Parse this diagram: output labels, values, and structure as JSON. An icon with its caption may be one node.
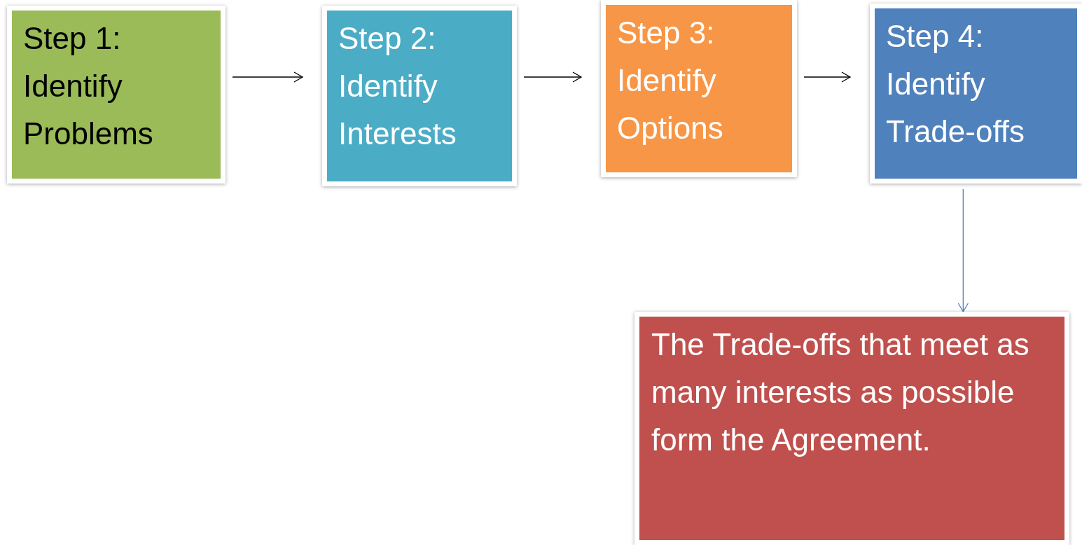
{
  "diagram": {
    "nodes": [
      {
        "text": [
          "Step 1: Identify Problems"
        ]
      },
      {
        "text": [
          "Step 2: Identify Interests"
        ]
      },
      {
        "text": [
          "Step 3: Identify Options"
        ]
      },
      {
        "text": [
          "Step 4: Identify Trade-offs"
        ]
      },
      {
        "text": [
          "The Trade-offs that meet as many interests as possible form the Agreement."
        ]
      }
    ],
    "edges": [
      {
        "from": 0,
        "to": 1,
        "arrow": "to"
      },
      {
        "from": 1,
        "to": 2,
        "arrow": "to"
      },
      {
        "from": 2,
        "to": 3,
        "arrow": "to"
      },
      {
        "from": 3,
        "to": 4,
        "arrow": "to",
        "color": "#4f81bd"
      }
    ]
  }
}
